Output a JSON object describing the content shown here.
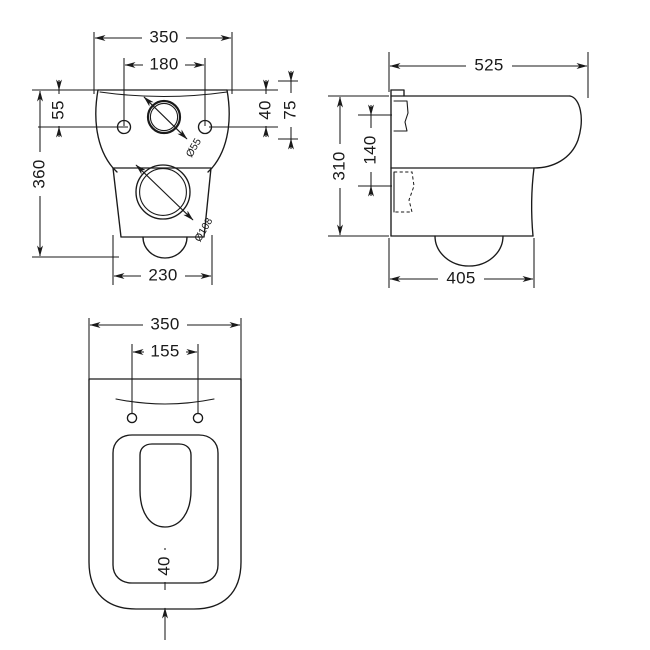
{
  "document": {
    "type": "engineering-drawing",
    "subject": "Wall hung toilet pan",
    "units": "mm",
    "background_color": "#ffffff",
    "line_color": "#1a1a1a"
  },
  "views": {
    "back_elevation": {
      "name": "back-elevation-view",
      "dimensions": {
        "overall_width": "350",
        "fixing_centres": "180",
        "top_offset": "55",
        "right_offset_inner": "40",
        "right_offset_outer": "75",
        "overall_height": "360",
        "base_width": "230"
      },
      "callouts": {
        "flush_inlet": "Ø55",
        "waste_outlet": "Ø108"
      }
    },
    "side_elevation": {
      "name": "side-elevation-view",
      "dimensions": {
        "overall_projection": "525",
        "body_projection": "405",
        "overall_height": "310",
        "bracket_height": "140"
      }
    },
    "plan_view": {
      "name": "plan-view",
      "dimensions": {
        "overall_width": "350",
        "hole_centres": "155",
        "rear_gap": "40"
      }
    }
  }
}
